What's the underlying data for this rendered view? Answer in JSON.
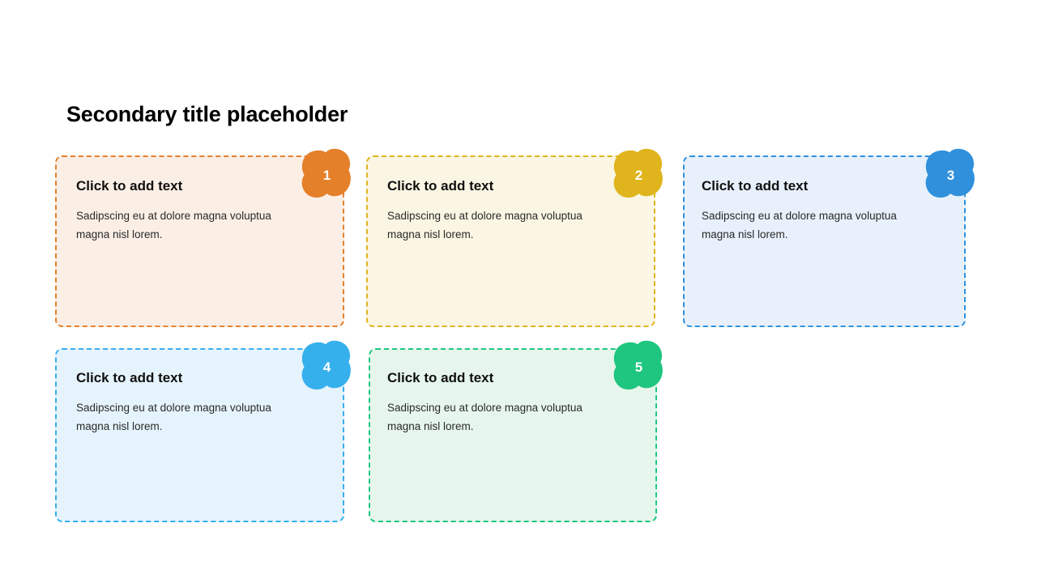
{
  "slide": {
    "title": "Secondary title placeholder",
    "background_color": "#ffffff"
  },
  "cards": [
    {
      "number": "1",
      "title": "Click to add text",
      "body": "Sadipscing eu at dolore magna voluptua\nmagna nisl lorem.",
      "accent_color": "#E4802A",
      "fill_color": "#FBEEE5"
    },
    {
      "number": "2",
      "title": "Click to add text",
      "body": "Sadipscing eu at dolore magna voluptua\nmagna nisl lorem.",
      "accent_color": "#E0B41C",
      "fill_color": "#FAF6E3"
    },
    {
      "number": "3",
      "title": "Click to add text",
      "body": "Sadipscing eu at dolore magna voluptua\nmagna nisl lorem.",
      "accent_color": "#3090DC",
      "fill_color": "#E7F0FB"
    },
    {
      "number": "4",
      "title": "Click to add text",
      "body": "Sadipscing eu at dolore magna voluptua\nmagna nisl lorem.",
      "accent_color": "#36B0ED",
      "fill_color": "#E5F3FC"
    },
    {
      "number": "5",
      "title": "Click to add text",
      "body": "Sadipscing eu at dolore magna voluptua\nmagna nisl lorem.",
      "accent_color": "#1EC67F",
      "fill_color": "#E6F6EC"
    }
  ]
}
